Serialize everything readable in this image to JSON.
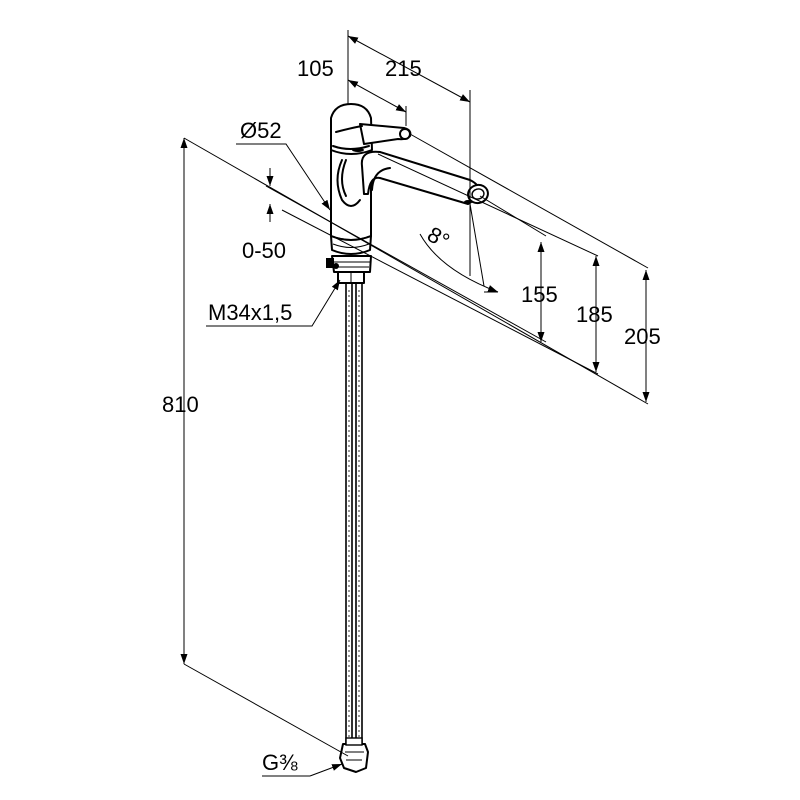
{
  "drawing": {
    "dimensions": {
      "spout_reach_lever": "105",
      "spout_reach": "215",
      "body_diameter": "Ø52",
      "deck_thickness": "0-50",
      "thread": "M34x1,5",
      "swivel_angle": "8°",
      "spout_height": "155",
      "lever_height": "185",
      "total_height": "205",
      "hose_length": "810",
      "connection": "G⅜"
    }
  }
}
